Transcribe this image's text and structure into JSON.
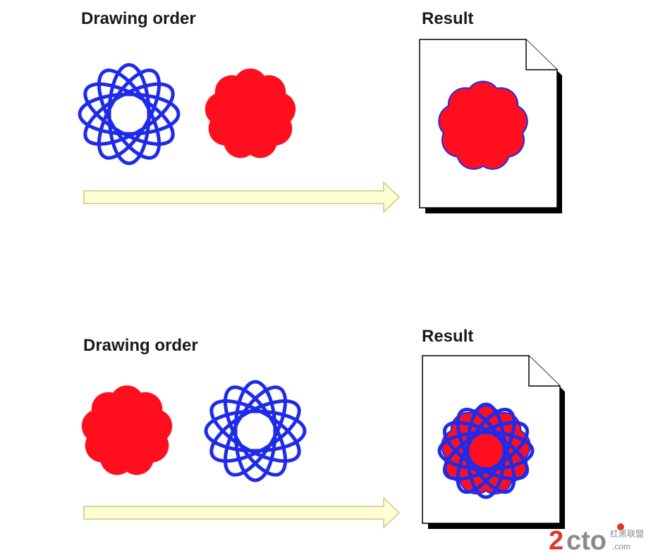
{
  "colors": {
    "fill_red": "#ff0f1e",
    "stroke_blue": "#1f2bea",
    "arrow_fill": "#ffffd6",
    "arrow_stroke": "#c9c97a",
    "page_stroke": "#000000",
    "page_shadow": "#000000",
    "watermark_red": "#e6332a",
    "watermark_gray": "#8a8a8a"
  },
  "panels": [
    {
      "id": "top",
      "drawing_order_title": "Drawing order",
      "result_title": "Result",
      "drawing_order": [
        "blue-orbits",
        "red-flower"
      ],
      "result_layers": [
        "red-flower"
      ]
    },
    {
      "id": "bottom",
      "drawing_order_title": "Drawing order",
      "result_title": "Result",
      "drawing_order": [
        "red-flower",
        "blue-orbits"
      ],
      "result_layers": [
        "red-flower",
        "blue-orbits"
      ]
    }
  ],
  "watermark": {
    "main_2": "2",
    "main_cto": "cto",
    "main_com": ".com",
    "sub": "红黑联盟",
    "icon": "logo-mark"
  }
}
